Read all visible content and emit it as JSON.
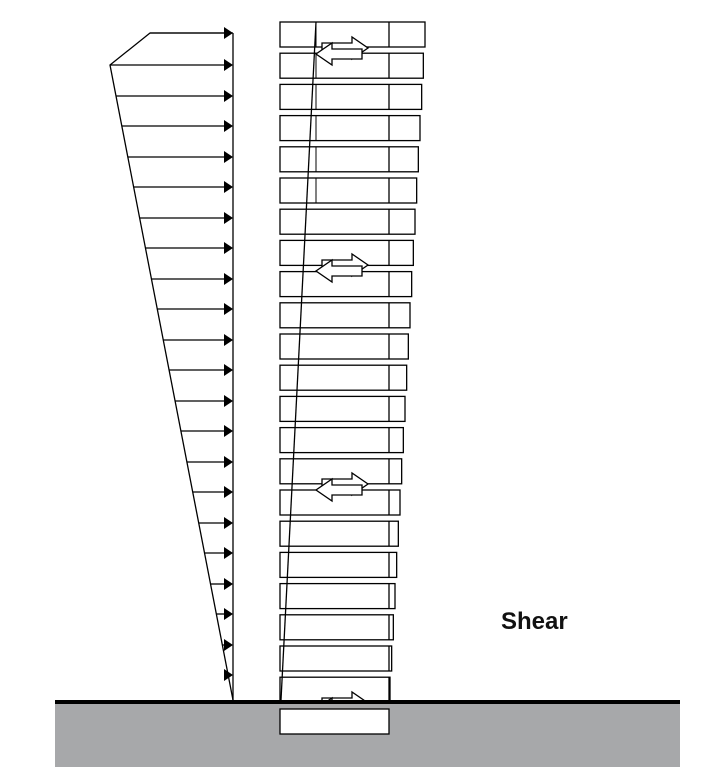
{
  "caption": "Shear",
  "colors": {
    "stroke": "#000000",
    "ground": "#a7a8aa",
    "background": "#ffffff"
  },
  "load_arrow_count": 21,
  "story_count": 22,
  "shear_arrow_icons": [
    "double-arrow-icon",
    "double-arrow-icon",
    "double-arrow-icon",
    "double-arrow-icon",
    "double-arrow-icon"
  ]
}
